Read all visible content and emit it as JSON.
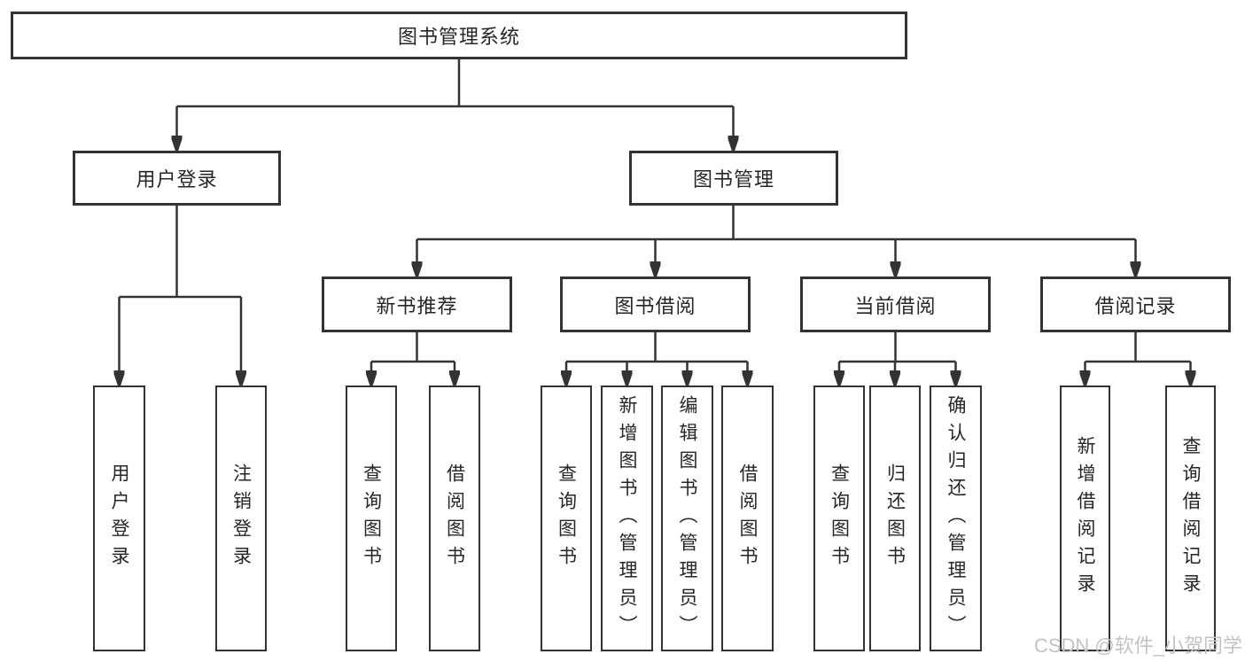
{
  "colors": {
    "bg": "#ffffff",
    "box-bg": "#ffffff",
    "line": "#333333",
    "text": "#262626",
    "watermark": "#c3c3c3"
  },
  "tree": {
    "label": "图书管理系统",
    "children": [
      {
        "label": "用户登录",
        "children": [
          {
            "label": "用户登录"
          },
          {
            "label": "注销登录"
          }
        ]
      },
      {
        "label": "图书管理",
        "children": [
          {
            "label": "新书推荐",
            "children": [
              {
                "label": "查询图书"
              },
              {
                "label": "借阅图书"
              }
            ]
          },
          {
            "label": "图书借阅",
            "children": [
              {
                "label": "查询图书"
              },
              {
                "label": "新增图书（管理员）"
              },
              {
                "label": "编辑图书（管理员）"
              },
              {
                "label": "借阅图书"
              }
            ]
          },
          {
            "label": "当前借阅",
            "children": [
              {
                "label": "查询图书"
              },
              {
                "label": "归还图书"
              },
              {
                "label": "确认归还（管理员）"
              }
            ]
          },
          {
            "label": "借阅记录",
            "children": [
              {
                "label": "新增借阅记录"
              },
              {
                "label": "查询借阅记录"
              }
            ]
          }
        ]
      }
    ]
  },
  "watermark": {
    "text": "CSDN @软件_小贺同学"
  }
}
